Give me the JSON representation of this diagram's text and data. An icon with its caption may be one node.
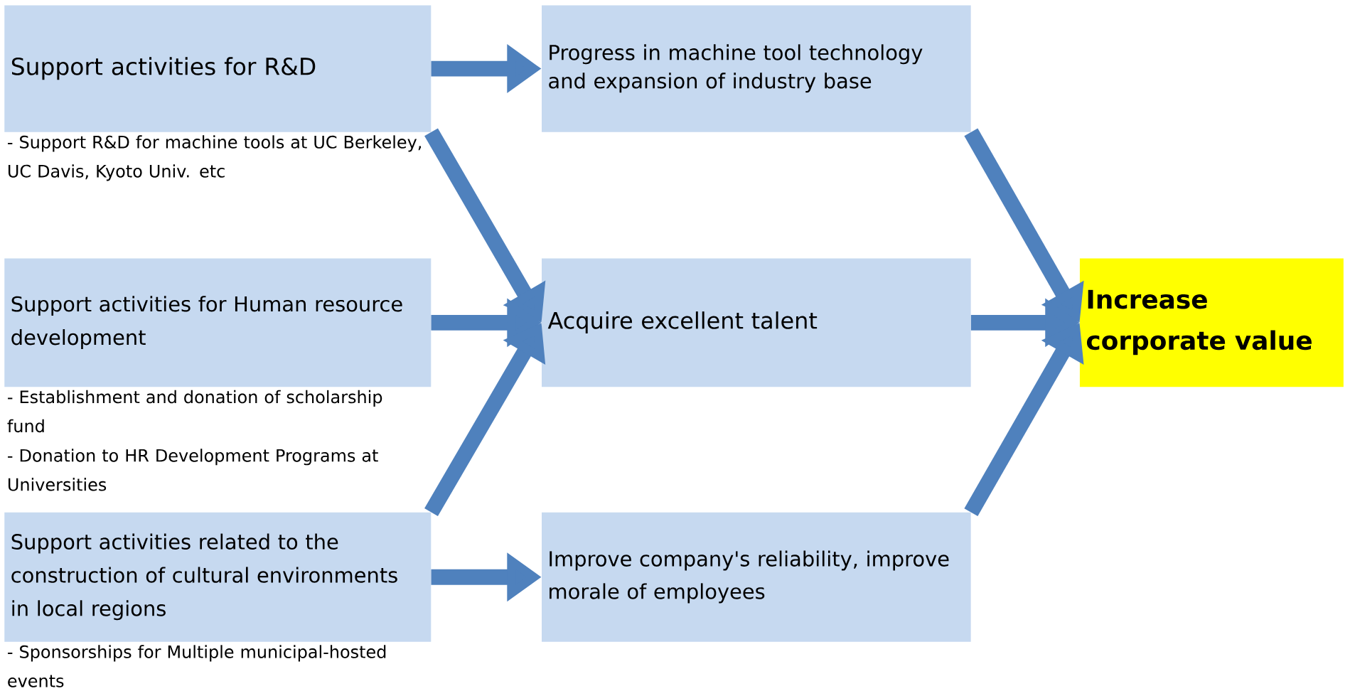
{
  "diagram": {
    "nodes": [
      {
        "text": [
          "Support activities for R&D"
        ],
        "beside": [
          "- Support R&D for machine tools at UC Berkeley, UC Davis, Kyoto Univ. etc"
        ]
      },
      {
        "text": [
          "Progress in machine tool technology and expansion of industry base"
        ]
      },
      {
        "text": [
          "Support activities for Human resource development"
        ],
        "beside": [
          "- Establishment and donation of scholarship fund",
          "- Donation to HR Development Programs at Universities"
        ]
      },
      {
        "text": [
          "Acquire excellent talent"
        ]
      },
      {
        "text": [
          "Increase corporate value"
        ]
      },
      {
        "text": [
          "Support activities related to the construction of cultural environments in local regions"
        ],
        "beside": [
          "- Sponsorships for Multiple municipal-hosted events"
        ]
      },
      {
        "text": [
          "Improve company's reliability, improve morale of employees"
        ]
      }
    ],
    "edges": [
      {
        "from": 0,
        "to": 1,
        "arrow": "to"
      },
      {
        "from": 0,
        "to": 3,
        "arrow": "to"
      },
      {
        "from": 2,
        "to": 3,
        "arrow": "to"
      },
      {
        "from": 5,
        "to": 3,
        "arrow": "to"
      },
      {
        "from": 5,
        "to": 6,
        "arrow": "to"
      },
      {
        "from": 1,
        "to": 4,
        "arrow": "to"
      },
      {
        "from": 3,
        "to": 4,
        "arrow": "to"
      },
      {
        "from": 6,
        "to": 4,
        "arrow": "to"
      }
    ]
  }
}
